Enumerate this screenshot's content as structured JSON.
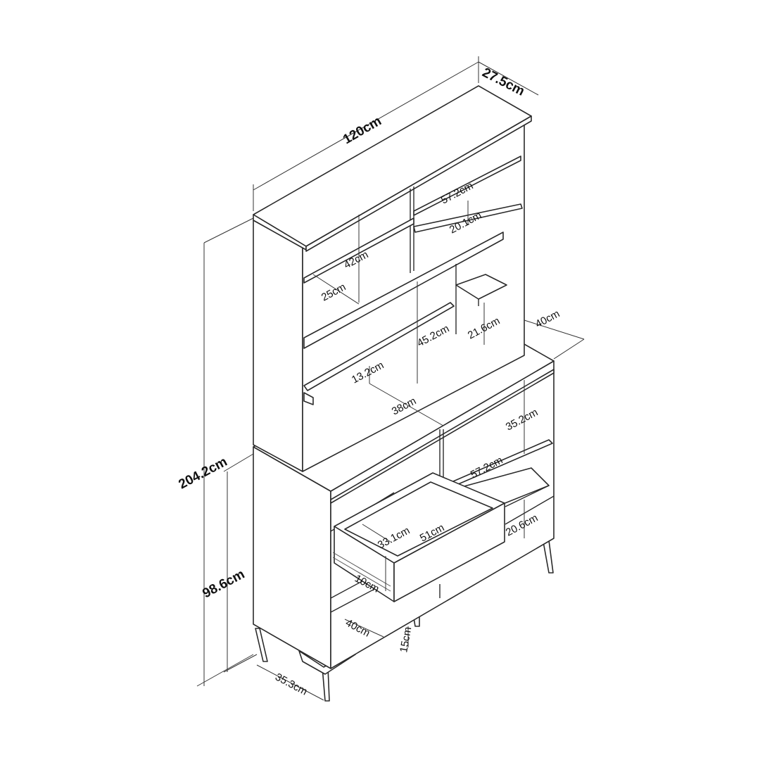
{
  "labels": {
    "depth_top": "27.5cm",
    "width_total": "120cm",
    "upper_shelf_width": "57.2cm",
    "upper_shelf_height": "20.1cm",
    "hutch_left_height": "42cm",
    "hutch_left_depth": "25cm",
    "desk_depth": "40cm",
    "small_shelf_height": "21.6cm",
    "hutch_open_height": "45.2cm",
    "bottom_gap_height": "13.2cm",
    "desk_shelf_width": "38cm",
    "lower_right_height": "35.2cm",
    "height_total": "204.2cm",
    "lower_shelf_width": "57.2cm",
    "drawer_depth": "33.1cm",
    "drawer_width": "51cm",
    "lower_shelf_height": "20.6cm",
    "lower_height": "98.6cm",
    "drawer_height": "10cm",
    "bottom_depth": "40cm",
    "leg_height": "15cm",
    "side_depth": "35.3cm"
  }
}
